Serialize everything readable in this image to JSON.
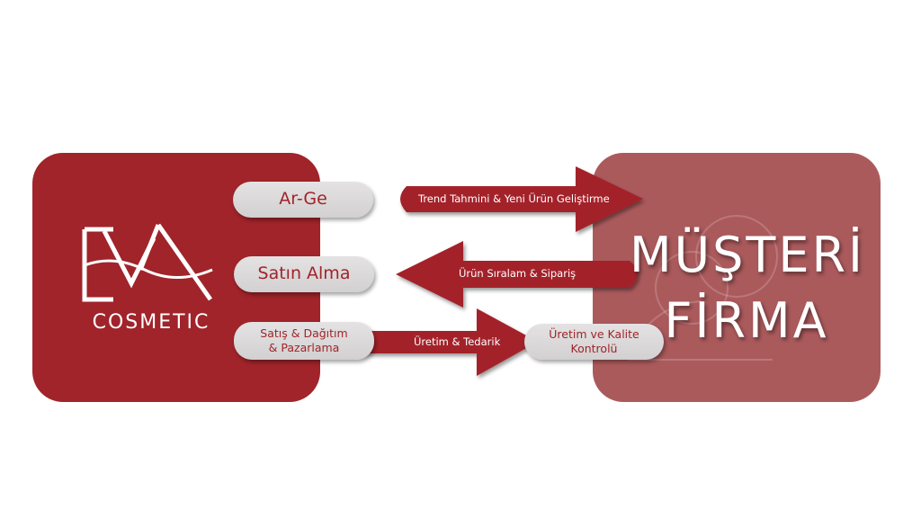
{
  "left_box": {
    "logo_text": "EVA",
    "logo_subtitle": "COSMETIC",
    "color": "#a0242a"
  },
  "right_box": {
    "line1": "MÜŞTERİ",
    "line2": "FİRMA",
    "color": "#ab5a5c"
  },
  "pills": {
    "arge": "Ar-Ge",
    "satin_alma": "Satın Alma",
    "satis_line1": "Satış & Dağıtım",
    "satis_line2": "& Pazarlama",
    "uretim_line1": "Üretim ve Kalite",
    "uretim_line2": "Kontrolü"
  },
  "arrows": {
    "top": "Trend Tahmini &  Yeni  Ürün Geliştirme",
    "middle": "Ürün Sıralam & Sipariş",
    "bottom": "Üretim & Tedarik"
  }
}
